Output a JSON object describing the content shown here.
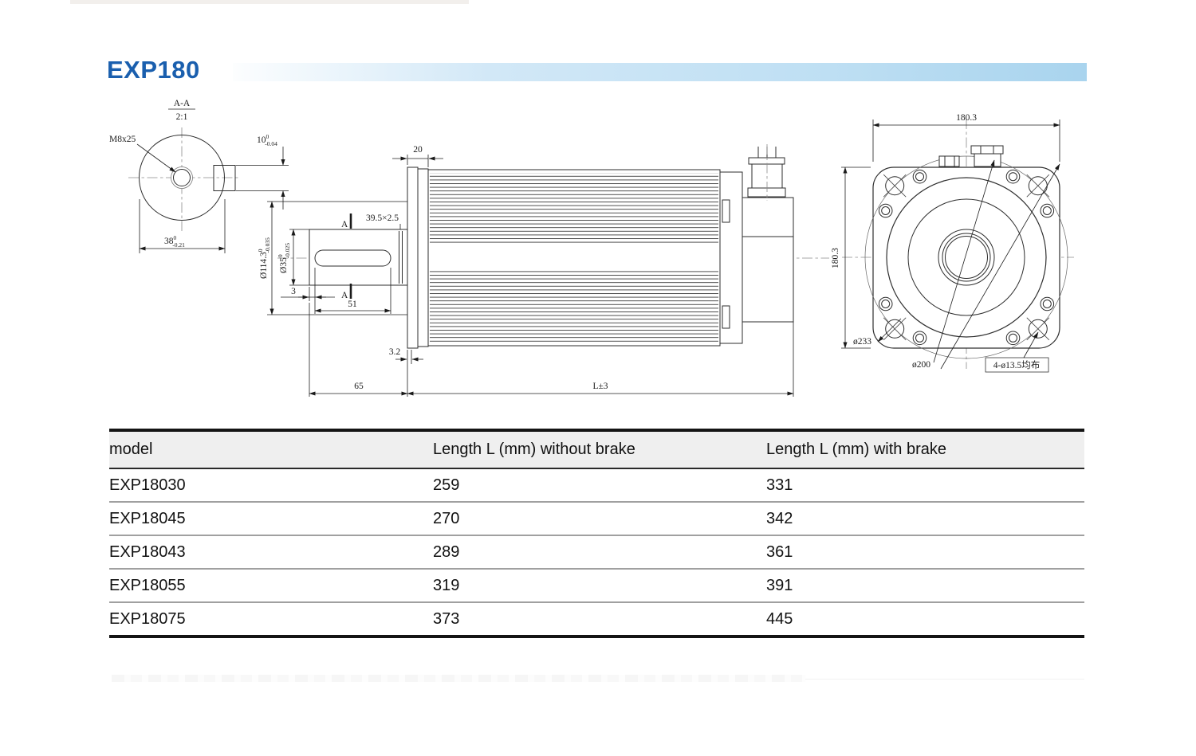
{
  "page": {
    "title": "EXP180"
  },
  "drawing": {
    "section": {
      "name": "A-A",
      "scale": "2:1"
    },
    "labels": {
      "thread": "M8x25",
      "key_width": {
        "main": "10",
        "up": "0",
        "dn": "-0.04"
      },
      "section_dia": {
        "main": "38",
        "up": "0",
        "dn": "-0.21"
      },
      "pilot_dia": {
        "main": "Ø114.3",
        "up": "0",
        "dn": "-0.035"
      },
      "shaft_dia": {
        "main": "Ø35",
        "up": "0",
        "dn": "-0.025"
      },
      "groove": "39.5×2.5",
      "section_mark": "A",
      "dim_20": "20",
      "dim_3": "3",
      "dim_51": "51",
      "dim_65": "65",
      "dim_3_2": "3.2",
      "dim_length": "L±3",
      "front_width": "180.3",
      "front_height": "180.3",
      "outer_dia": "ø233",
      "bolt_circle_dia": "ø200",
      "mount_holes": "4-ø13.5均布"
    }
  },
  "table": {
    "headers": [
      "model",
      "Length L (mm) without brake",
      "Length L (mm) with brake"
    ],
    "rows": [
      {
        "model": "EXP18030",
        "without_brake": "259",
        "with_brake": "331"
      },
      {
        "model": "EXP18045",
        "without_brake": "270",
        "with_brake": "342"
      },
      {
        "model": "EXP18043",
        "without_brake": "289",
        "with_brake": "361"
      },
      {
        "model": "EXP18055",
        "without_brake": "319",
        "with_brake": "391"
      },
      {
        "model": "EXP18075",
        "without_brake": "373",
        "with_brake": "445"
      }
    ]
  }
}
